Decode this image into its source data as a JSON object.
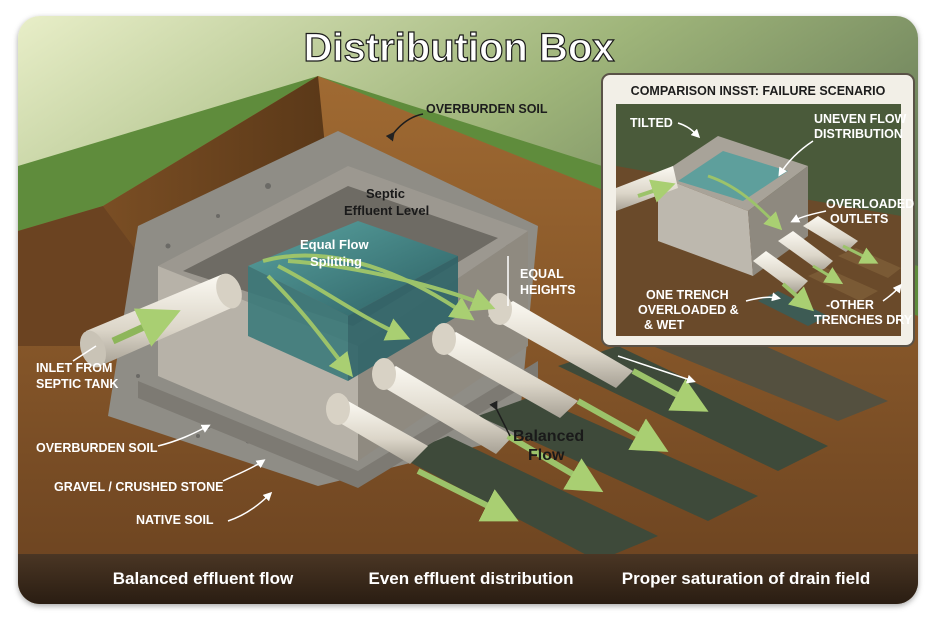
{
  "title": "Distribution Box",
  "labels": {
    "overburden_top": "OVERBURDEN SOIL",
    "septic_level_line1": "Septic",
    "septic_level_line2": "Effluent Level",
    "equal_flow_line1": "Equal Flow",
    "equal_flow_line2": "Splitting",
    "equal_heights_line1": "EQUAL",
    "equal_heights_line2": "HEIGHTS",
    "inlet_line1": "INLET FROM",
    "inlet_line2": "SEPTIC TANK",
    "balanced_line1": "Balanced",
    "balanced_line2": "Flow",
    "overburden_left": "OVERBURDEN SOIL",
    "gravel": "GRAVEL / CRUSHED STONE",
    "native": "NATIVE SOIL"
  },
  "inset": {
    "title": "COMPARISON INSST: FAILURE SCENARIO",
    "tilted": "TILTED",
    "uneven_line1": "UNEVEN FLOW",
    "uneven_line2": "DISTRIBUTION",
    "overloaded_outlets_line1": "OVERLOADED",
    "overloaded_outlets_line2": "OUTLETS",
    "one_trench_line1": "ONE TRENCH",
    "one_trench_line2": "OVERLOADED &",
    "one_trench_line3": "& WET",
    "other_line1": "-OTHER",
    "other_line2": "TRENCHES DRY"
  },
  "footer": [
    "Balanced effluent flow",
    "Even effluent distribution",
    "Proper saturation of drain field"
  ],
  "colors": {
    "sky_top": "#2f4a38",
    "grass": "#5d8a3a",
    "soil": "#8a5a2b",
    "concrete": "#b9b5ad",
    "water": "#3f7f80",
    "pipe": "#e6e2d8",
    "arrow": "#9cc36a",
    "footer_bg": "#3a2a1c"
  }
}
